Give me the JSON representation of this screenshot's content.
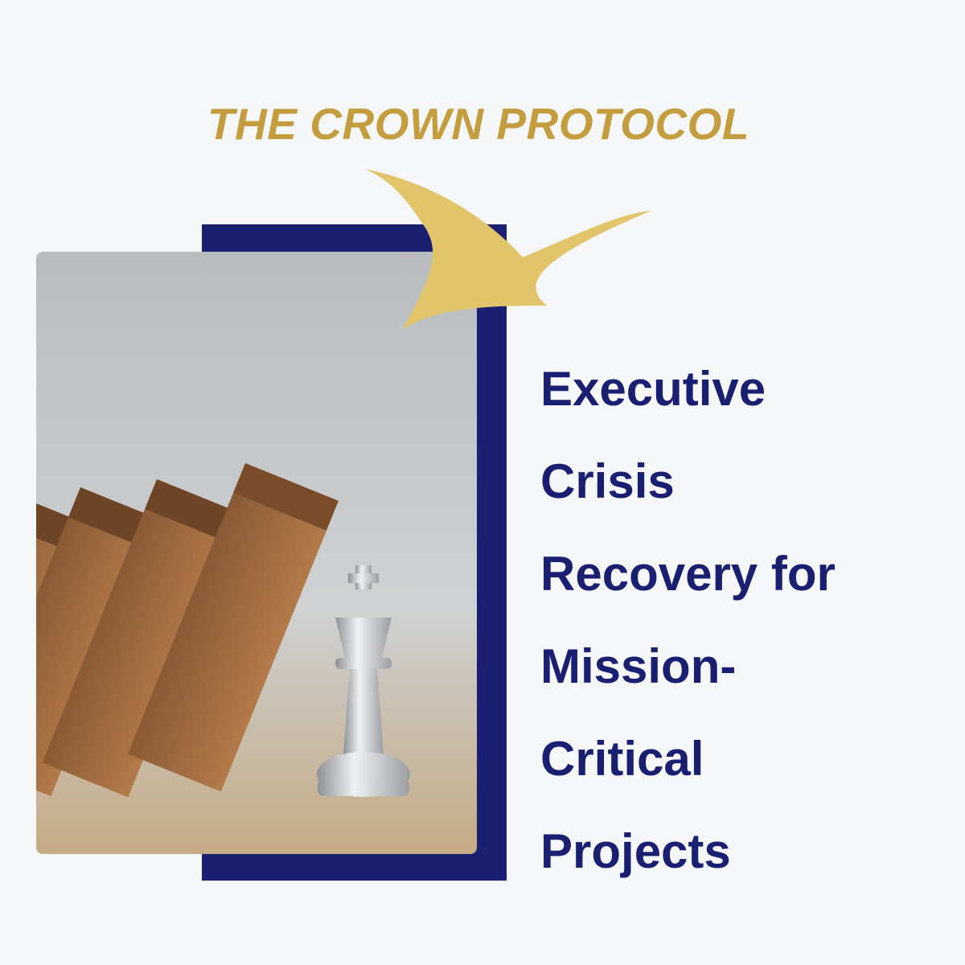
{
  "title": "THE CROWN PROTOCOL",
  "headline_lines": [
    "Executive",
    "Crisis",
    "Recovery for",
    "Mission-",
    "Critical",
    "Projects"
  ],
  "colors": {
    "gold": "#c49d3f",
    "navy": "#1a1f71",
    "background": "#f5f7f9"
  },
  "image": {
    "subject": "falling-dominoes-stopped-by-chess-king"
  }
}
